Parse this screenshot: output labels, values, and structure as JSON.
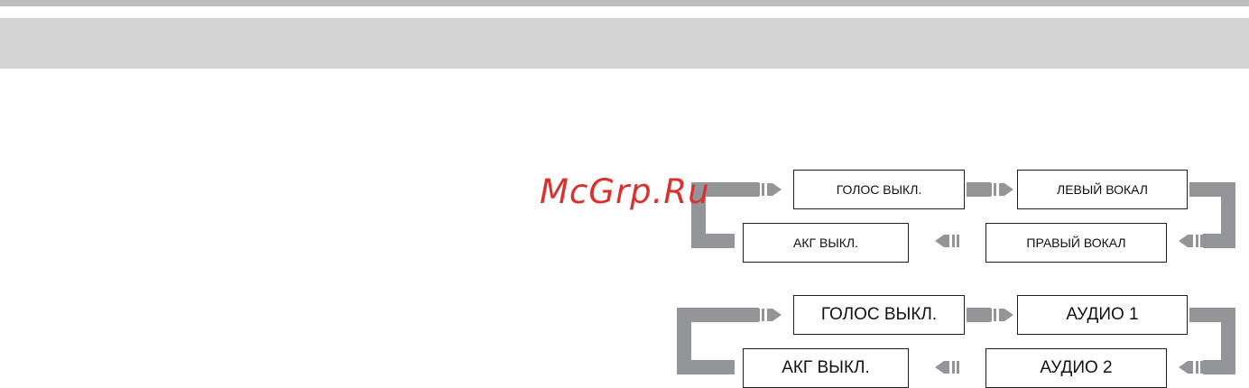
{
  "watermark": "McGrp.Ru",
  "diagrams": [
    {
      "modes": [
        "ГОЛОС ВЫКЛ.",
        "ЛЕВЫЙ ВОКАЛ",
        "ПРАВЫЙ ВОКАЛ",
        "АКГ ВЫКЛ."
      ]
    },
    {
      "modes": [
        "ГОЛОС ВЫКЛ.",
        "АУДИО 1",
        "АУДИО 2",
        "АКГ ВЫКЛ."
      ]
    }
  ],
  "colors": {
    "arrow": "#939598",
    "header_band": "#d4d4d5",
    "top_rule": "#bdbec0",
    "watermark": "#d9322e"
  },
  "icons": [
    "arrow-right-icon",
    "arrow-left-icon"
  ]
}
